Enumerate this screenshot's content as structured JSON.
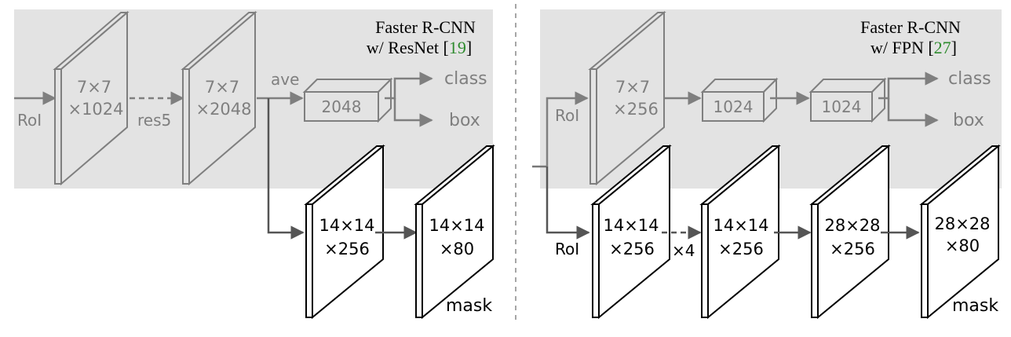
{
  "colors": {
    "shade": "#e3e3e3",
    "gray": "#7f7f7f",
    "dark": "#555555",
    "black": "#000000",
    "cite": "#2e8b2e"
  },
  "left": {
    "title_line1": "Faster R-CNN",
    "title_line2_prefix": "w/ ResNet [",
    "title_cite": "19",
    "title_line2_suffix": "]",
    "roi": "RoI",
    "fm1_line1": "7×7",
    "fm1_line2": "×1024",
    "res5": "res5",
    "fm2_line1": "7×7",
    "fm2_line2": "×2048",
    "ave": "ave",
    "fc": "2048",
    "class": "class",
    "box": "box",
    "mask1_line1": "14×14",
    "mask1_line2": "×256",
    "mask2_line1": "14×14",
    "mask2_line2": "×80",
    "mask": "mask"
  },
  "right": {
    "title_line1": "Faster R-CNN",
    "title_line2_prefix": "w/ FPN [",
    "title_cite": "27",
    "title_line2_suffix": "]",
    "roi_top": "RoI",
    "fm1_line1": "7×7",
    "fm1_line2": "×256",
    "fc1": "1024",
    "fc2": "1024",
    "class": "class",
    "box": "box",
    "roi_bottom": "RoI",
    "m1_line1": "14×14",
    "m1_line2": "×256",
    "x4": "×4",
    "m2_line1": "14×14",
    "m2_line2": "×256",
    "m3_line1": "28×28",
    "m3_line2": "×256",
    "m4_line1": "28×28",
    "m4_line2": "×80",
    "mask": "mask"
  }
}
